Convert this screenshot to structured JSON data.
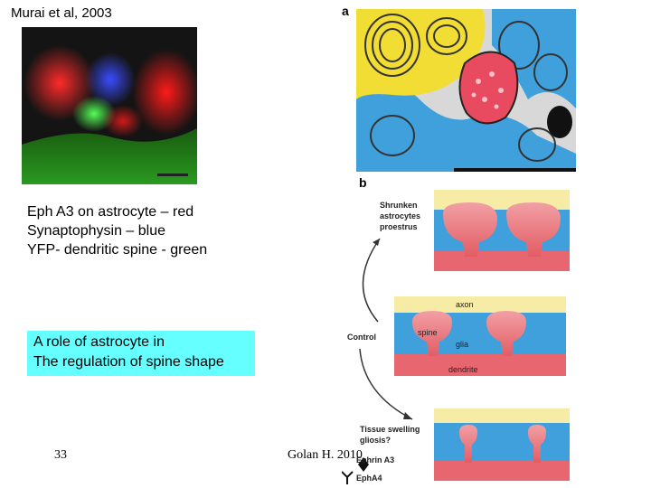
{
  "citation": "Murai et al, 2003",
  "caption_lines": [
    "Eph A3 on astrocyte – red",
    "Synaptophysin – blue",
    "YFP- dendritic spine - green"
  ],
  "callout_lines": [
    "A  role of astrocyte in",
    "The regulation of spine shape"
  ],
  "page_number": "33",
  "slide_credit": "Golan H. 2010",
  "figure": {
    "panel_a_label": "a",
    "panel_b_label": "b",
    "top_state": [
      "Shrunken",
      "astrocytes",
      "proestrus"
    ],
    "control_label": "Control",
    "bottom_state": [
      "Tissue swelling",
      "gliosis?"
    ],
    "legend_ephrin": "Ephrin A3",
    "legend_eph": "EphA4",
    "axon_label": "axon",
    "spine_label": "spine",
    "glia_label": "glia",
    "dendrite_label": "dendrite"
  }
}
